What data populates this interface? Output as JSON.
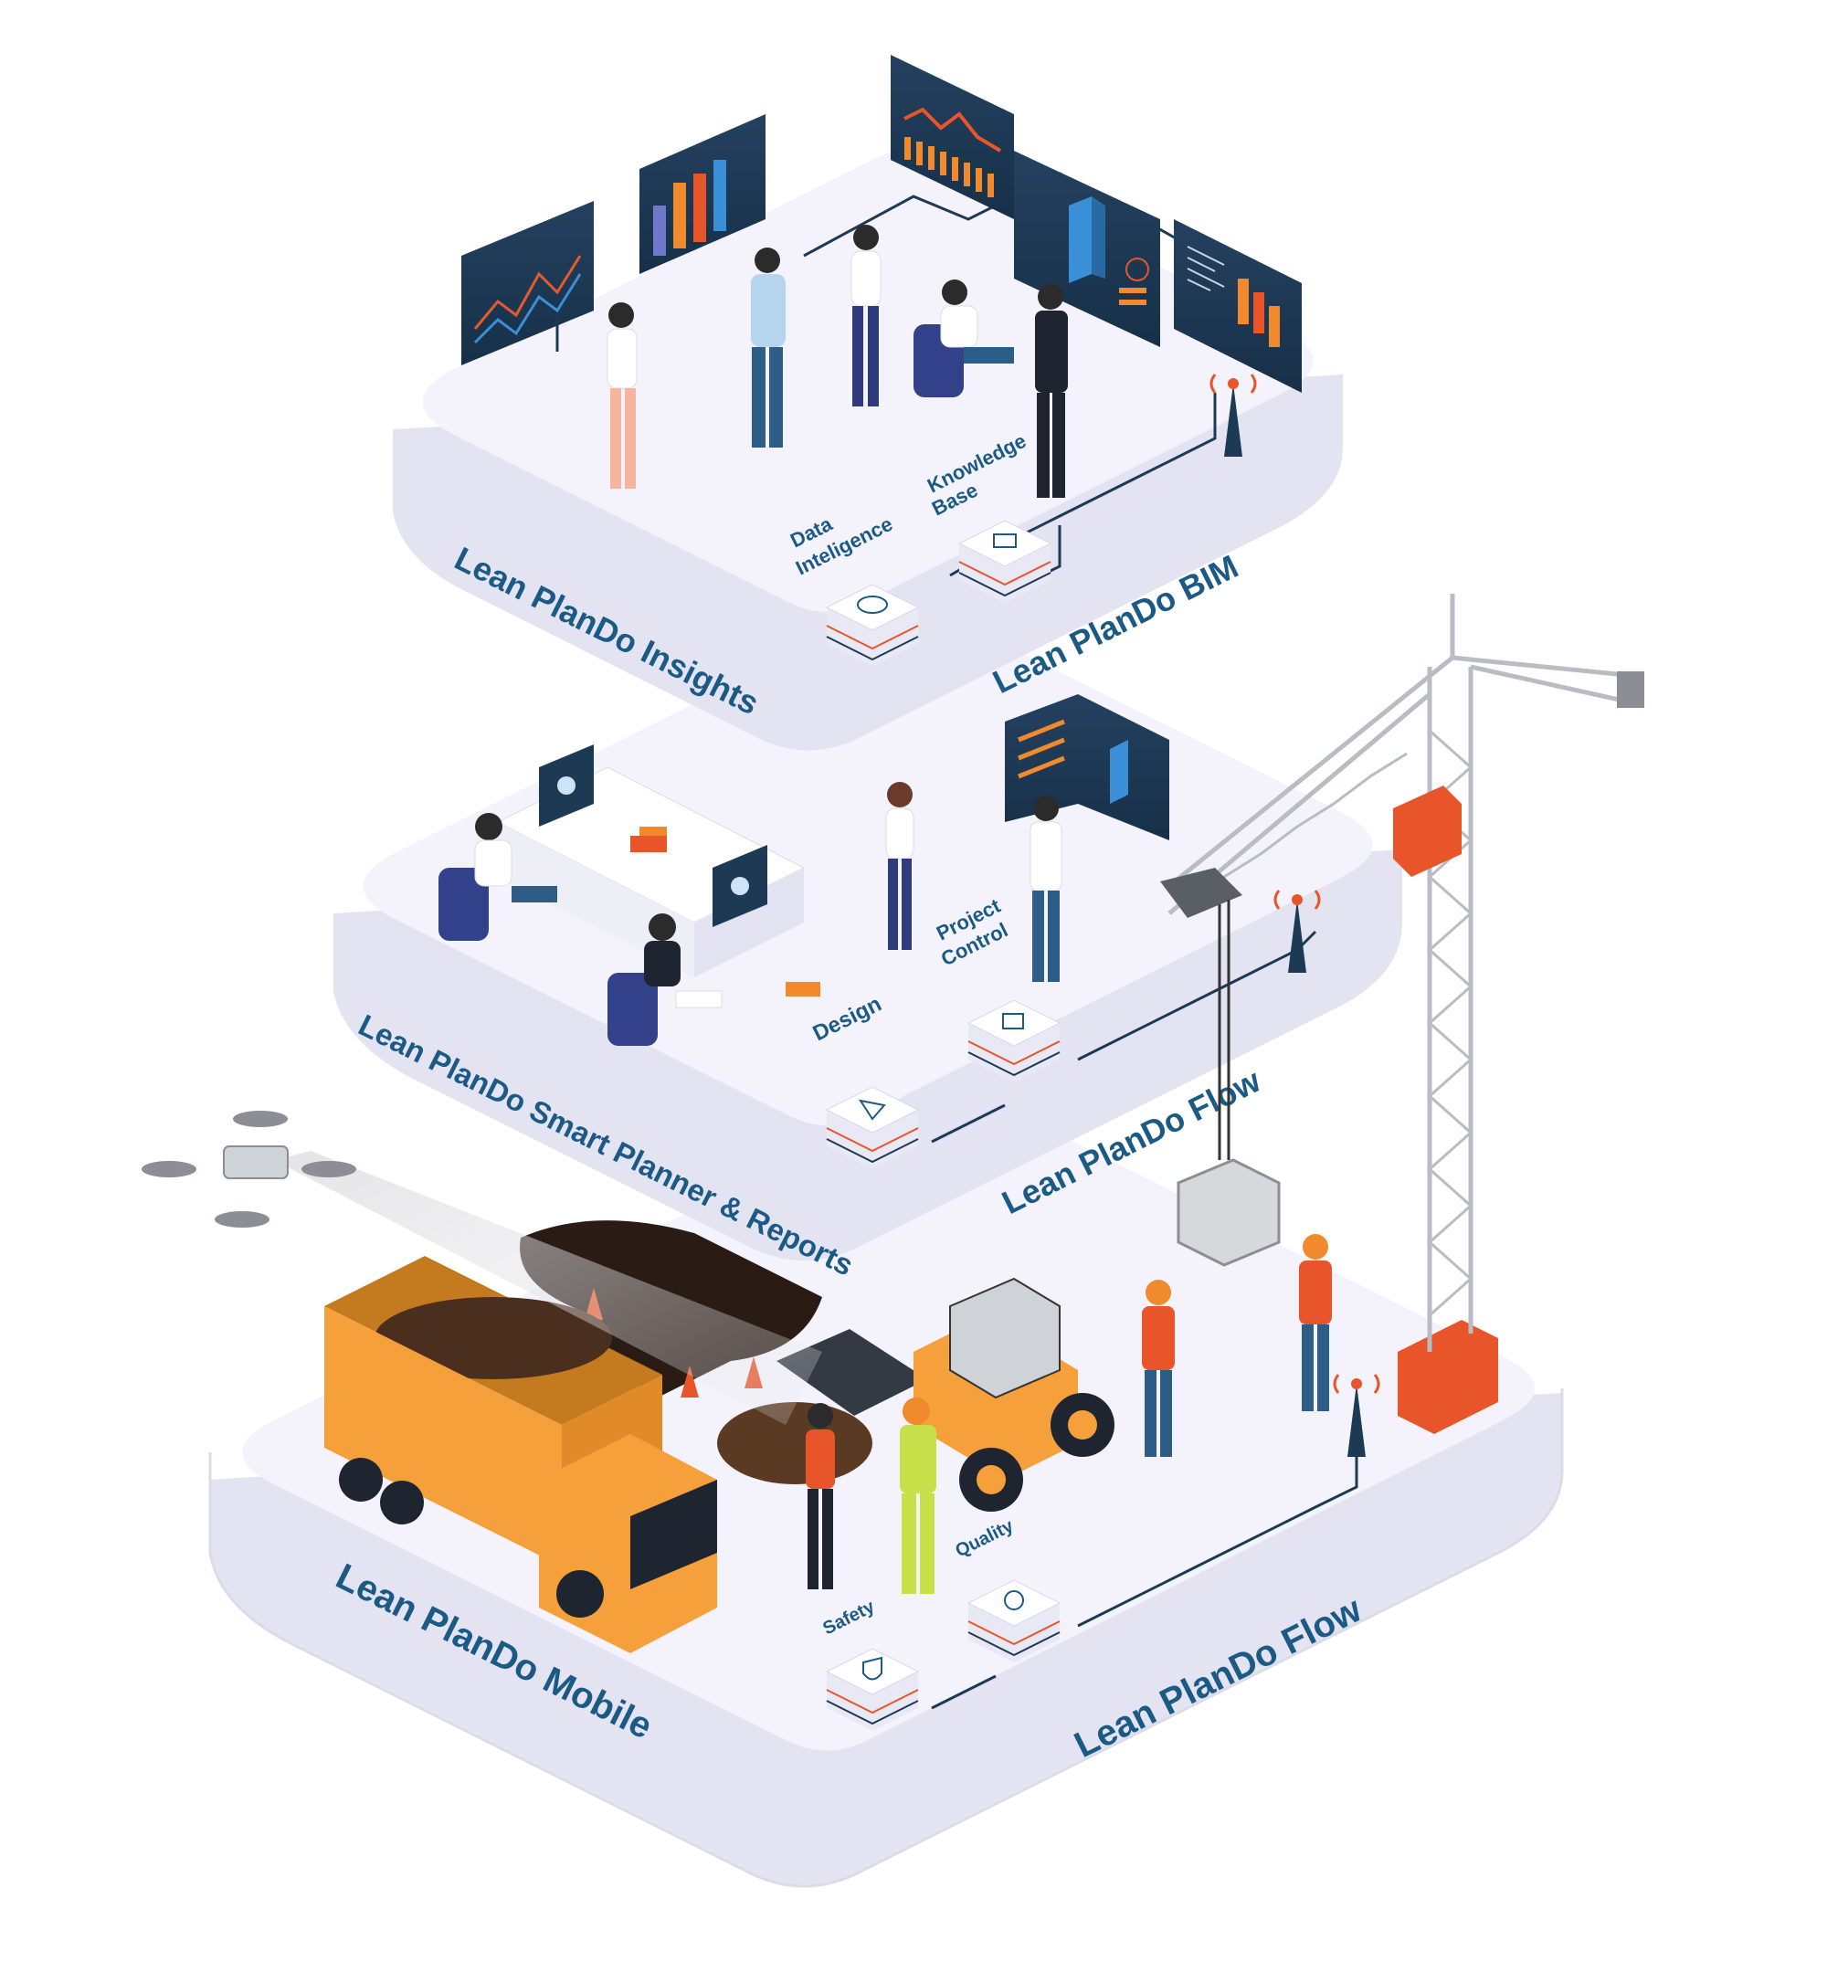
{
  "platforms": {
    "top": {
      "left_label": "Lean PlanDo Insights",
      "right_label": "Lean PlanDo BIM",
      "modules": [
        {
          "label_line1": "Data",
          "label_line2": "Inteligence",
          "icon": "cloud-circuit-icon"
        },
        {
          "label_line1": "Knowledge",
          "label_line2": "Base",
          "icon": "book-lightbulb-icon"
        }
      ]
    },
    "middle": {
      "left_label": "Lean PlanDo Smart Planner & Reports",
      "right_label": "Lean PlanDo Flow",
      "modules": [
        {
          "label_line1": "Design",
          "label_line2": "",
          "icon": "drafting-tools-icon"
        },
        {
          "label_line1": "Project",
          "label_line2": "Control",
          "icon": "document-gear-icon"
        }
      ]
    },
    "bottom": {
      "left_label": "Lean PlanDo Mobile",
      "right_label": "Lean PlanDo Flow",
      "modules": [
        {
          "label_line1": "Safety",
          "label_line2": "",
          "icon": "shield-icon"
        },
        {
          "label_line1": "Quality",
          "label_line2": "",
          "icon": "quality-badge-icon"
        }
      ]
    }
  },
  "colors": {
    "platform_top": "#f4f3fb",
    "platform_side": "#e4e3f1",
    "label_blue": "#1c5a86",
    "dark_navy": "#1d3a55",
    "orange": "#f08a2c",
    "truck_orange": "#f5a03a",
    "crane_gray": "#b9bcc2",
    "red_orange": "#e8552a"
  }
}
